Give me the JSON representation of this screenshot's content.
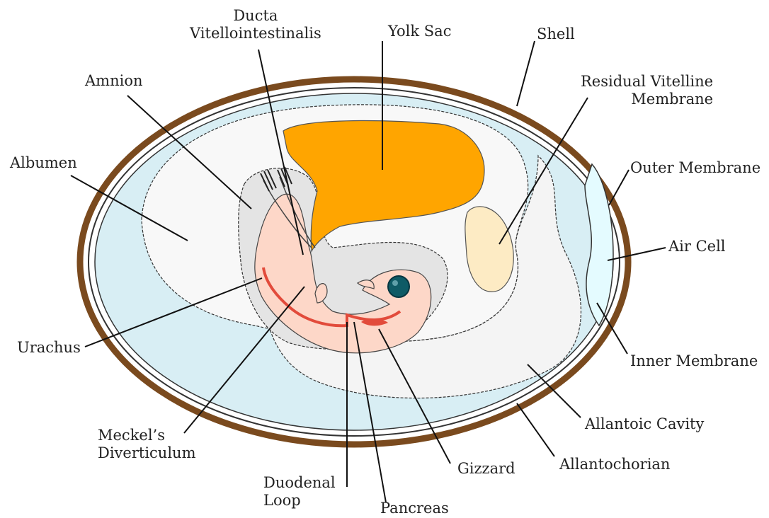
{
  "labels": {
    "ducta": [
      "Ducta",
      "Vitellointestinalis"
    ],
    "yolk_sac": "Yolk Sac",
    "shell": "Shell",
    "amnion": "Amnion",
    "residual_vitelline": [
      "Residual Vitelline",
      "Membrane"
    ],
    "albumen": "Albumen",
    "outer_membrane": "Outer Membrane",
    "air_cell": "Air Cell",
    "urachus": "Urachus",
    "inner_membrane": "Inner Membrane",
    "allantoic_cavity": "Allantoic Cavity",
    "meckels": [
      "Meckel’s",
      "Diverticulum"
    ],
    "allantochorian": "Allantochorian",
    "gizzard": "Gizzard",
    "duodenal_loop": [
      "Duodenal",
      "Loop"
    ],
    "pancreas": "Pancreas"
  },
  "colors": {
    "shell": "#7a4a1e",
    "albumen": "#f8f8f8",
    "allantoic_fluid": "#d8eef4",
    "air_cell": "#e4fbff",
    "yolk": "#ffa500",
    "residual_vitelline": "#fdebc4",
    "amnion": "#e4e4e4",
    "embryo": "#fdd7c8",
    "gut": "#e24b3b",
    "eye": "#0f5b66"
  }
}
